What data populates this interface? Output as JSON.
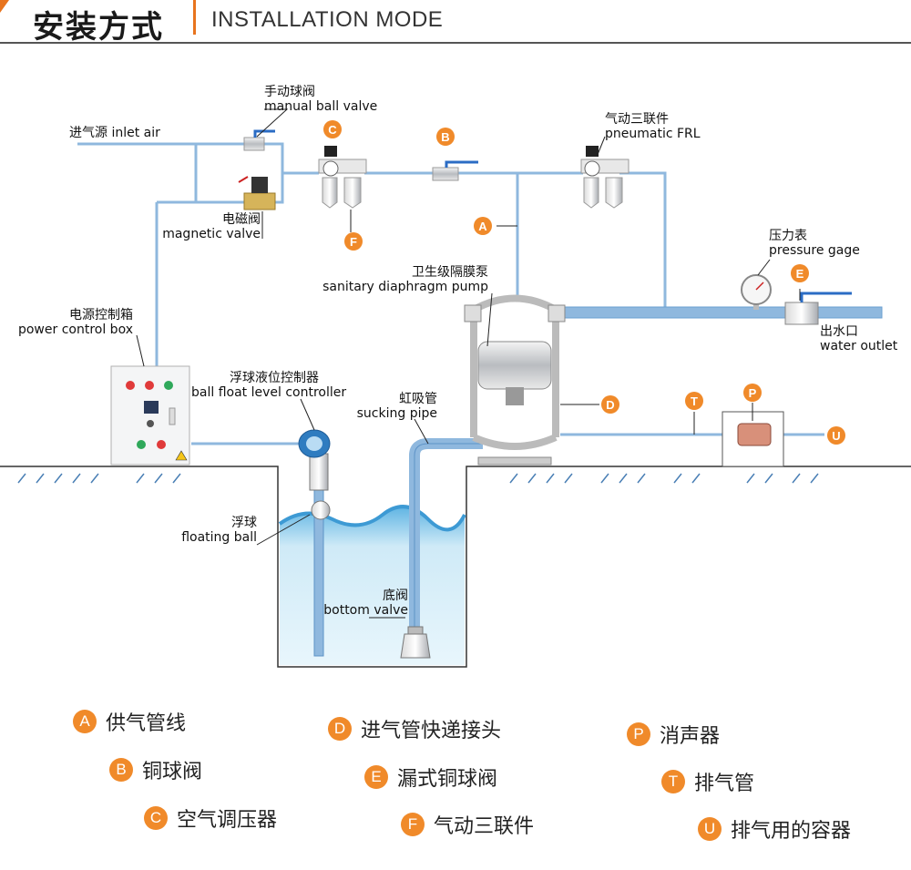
{
  "header": {
    "title_cn": "安装方式",
    "title_en": "INSTALLATION MODE"
  },
  "labels": {
    "inlet_air": "进气源 inlet air",
    "manual_ball_valve_cn": "手动球阀",
    "manual_ball_valve_en": "manual ball valve",
    "magnetic_valve_cn": "电磁阀",
    "magnetic_valve_en": "magnetic valve",
    "pneumatic_frl_cn": "气动三联件",
    "pneumatic_frl_en": "pneumatic FRL",
    "pump_cn": "卫生级隔膜泵",
    "pump_en": "sanitary diaphragm pump",
    "pressure_gage_cn": "压力表",
    "pressure_gage_en": "pressure gage",
    "water_outlet_cn": "出水口",
    "water_outlet_en": "water outlet",
    "power_box_cn": "电源控制箱",
    "power_box_en": "power control box",
    "float_ctrl_cn": "浮球液位控制器",
    "float_ctrl_en": "ball float level controller",
    "sucking_pipe_cn": "虹吸管",
    "sucking_pipe_en": "sucking pipe",
    "floating_ball_cn": "浮球",
    "floating_ball_en": "floating ball",
    "bottom_valve_cn": "底阀",
    "bottom_valve_en": "bottom valve"
  },
  "markers": {
    "A": "A",
    "B": "B",
    "C": "C",
    "D": "D",
    "E": "E",
    "F": "F",
    "P": "P",
    "T": "T",
    "U": "U"
  },
  "legend": [
    {
      "key": "A",
      "text": "供气管线"
    },
    {
      "key": "B",
      "text": "铜球阀"
    },
    {
      "key": "C",
      "text": "空气调压器"
    },
    {
      "key": "D",
      "text": "进气管快递接头"
    },
    {
      "key": "E",
      "text": "漏式铜球阀"
    },
    {
      "key": "F",
      "text": "气动三联件"
    },
    {
      "key": "P",
      "text": "消声器"
    },
    {
      "key": "T",
      "text": "排气管"
    },
    {
      "key": "U",
      "text": "排气用的容器"
    }
  ],
  "colors": {
    "accent": "#e8741e",
    "pipe": "#8fb8de",
    "pipe_dark": "#5d93c7",
    "water": "#bfe3f4"
  }
}
